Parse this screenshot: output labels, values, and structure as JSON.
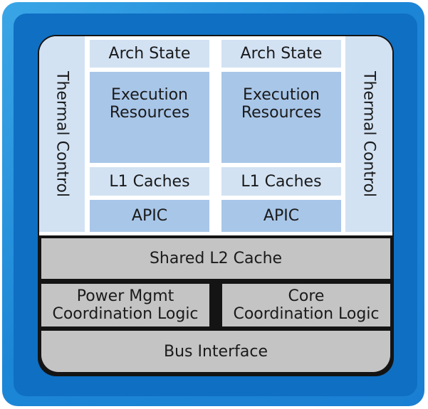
{
  "diagram": {
    "core_left": {
      "thermal": "Thermal Control",
      "arch_state": "Arch State",
      "execution": [
        "Execution",
        "Resources"
      ],
      "l1": "L1 Caches",
      "apic": "APIC"
    },
    "core_right": {
      "thermal": "Thermal Control",
      "arch_state": "Arch State",
      "execution": [
        "Execution",
        "Resources"
      ],
      "l1": "L1 Caches",
      "apic": "APIC"
    },
    "shared_l2": "Shared L2 Cache",
    "power_mgmt": [
      "Power Mgmt",
      "Coordination Logic"
    ],
    "core_coord": [
      "Core",
      "Coordination Logic"
    ],
    "bus_interface": "Bus Interface"
  },
  "colors": {
    "outer_blue": "#1c86d6",
    "inner_blue": "#0f6fc3",
    "light_block": "#d2e2f3",
    "medium_block": "#a8c6e8",
    "gray_block": "#c4c4c4"
  }
}
